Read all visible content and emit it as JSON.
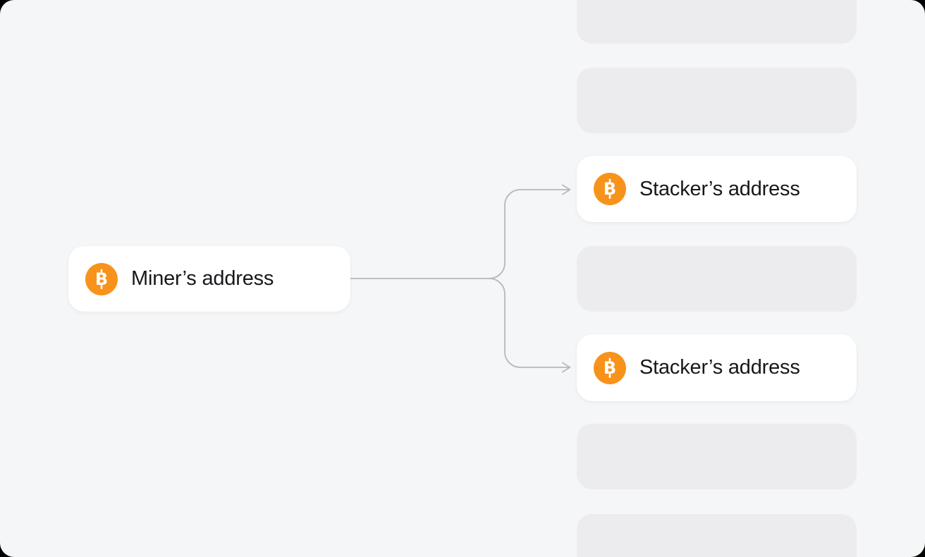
{
  "diagram": {
    "miner": {
      "label": "Miner’s address",
      "icon": "bitcoin"
    },
    "stackers": [
      {
        "label": "Stacker’s address",
        "icon": "bitcoin"
      },
      {
        "label": "Stacker’s address",
        "icon": "bitcoin"
      }
    ],
    "placeholder_rows": 5,
    "flow": "miner address pays out to two stacker addresses"
  },
  "icons": {
    "bitcoin_glyph": "B"
  },
  "colors": {
    "bitcoin_orange": "#f7931a",
    "canvas_background": "#f5f6f7",
    "card_white": "#ffffff",
    "card_gray": "#ececee",
    "connector": "#b7b8ba",
    "text": "#17181b"
  }
}
